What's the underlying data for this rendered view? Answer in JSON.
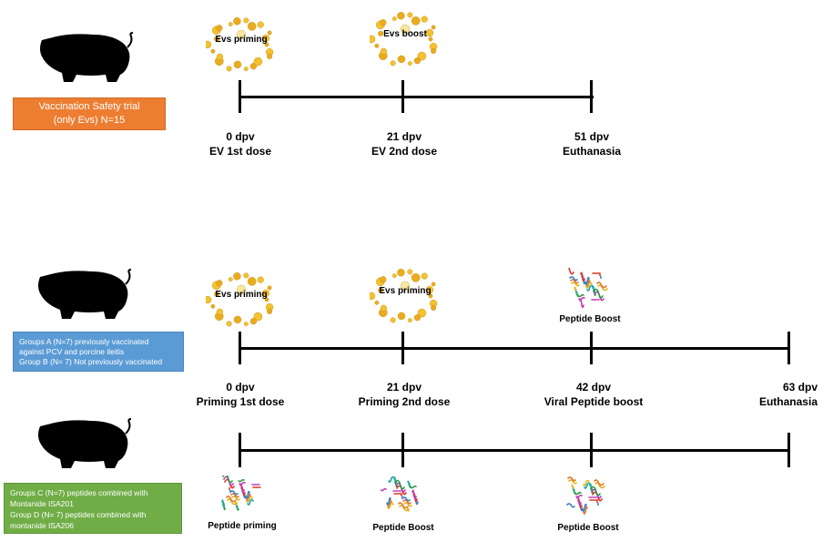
{
  "panels": [
    {
      "group_box": {
        "color": "#ed7d31",
        "lines": [
          "Vaccination Safety trial",
          "(only Evs) N=15"
        ]
      },
      "timeline": [
        {
          "dpv": "0 dpv",
          "event": "EV 1st dose",
          "icon_label": "Evs priming",
          "icon": "ev-cluster-icon"
        },
        {
          "dpv": "21 dpv",
          "event": "EV 2nd dose",
          "icon_label": "Evs boost",
          "icon": "ev-cluster-icon"
        },
        {
          "dpv": "51 dpv",
          "event": "Euthanasia"
        }
      ]
    },
    {
      "group_box": {
        "color": "#5b9bd5",
        "lines": [
          "Groups A (N=7) previously vaccinated",
          "against  PCV and porcine ileitis",
          "Group B (N= 7) Not previously vaccinated"
        ]
      },
      "timeline": [
        {
          "dpv": "0 dpv",
          "event": "Priming 1st dose",
          "icon_label": "Evs priming",
          "icon": "ev-cluster-icon"
        },
        {
          "dpv": "21 dpv",
          "event": "Priming 2nd dose",
          "icon_label": "Evs priming",
          "icon": "ev-cluster-icon"
        },
        {
          "dpv": "42 dpv",
          "event": "Viral Peptide boost",
          "icon_label": "Peptide Boost",
          "icon": "peptide-icon"
        },
        {
          "dpv": "63 dpv",
          "event": "Euthanasia"
        }
      ]
    },
    {
      "group_box": {
        "color": "#70ad47",
        "lines": [
          "Groups C (N=7) peptides combined with",
          "Montanide ISA201",
          "Group D (N= 7) peptides combined with",
          "montanide ISA206"
        ]
      },
      "timeline": [
        {
          "icon_label": "Peptide priming",
          "icon": "peptide-icon"
        },
        {
          "icon_label": "Peptide Boost",
          "icon": "peptide-icon"
        },
        {
          "icon_label": "Peptide Boost",
          "icon": "peptide-icon"
        }
      ]
    }
  ]
}
